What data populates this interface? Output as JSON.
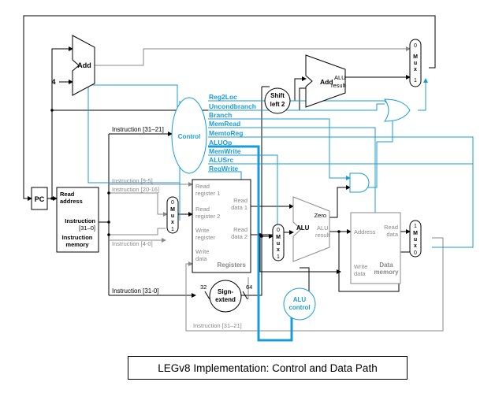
{
  "caption": "LEGv8 Implementation: Control and Data Path",
  "colors": {
    "datapath": "#000000",
    "control": "#1a9bd7",
    "inactive": "#888888"
  },
  "blocks": {
    "pc": "PC",
    "add_top": "Add",
    "const_four": "4",
    "add_alu": {
      "add": "Add",
      "alu": "ALU",
      "result": "result"
    },
    "shift_left": {
      "line1": "Shift",
      "line2": "left 2"
    },
    "control": "Control",
    "instr_mem": {
      "read_address_1": "Read",
      "read_address_2": "address",
      "instruction_1": "Instruction",
      "instruction_2": "[31–0]",
      "name_1": "Instruction",
      "name_2": "memory"
    },
    "registers": {
      "read_reg1_a": "Read",
      "read_reg1_b": "register 1",
      "read_reg2_a": "Read",
      "read_reg2_b": "register 2",
      "write_reg_a": "Write",
      "write_reg_b": "register",
      "write_data_a": "Write",
      "write_data_b": "data",
      "read_data1_a": "Read",
      "read_data1_b": "data 1",
      "read_data2_a": "Read",
      "read_data2_b": "data 2",
      "name": "Registers"
    },
    "alu": {
      "name": "ALU",
      "zero": "Zero",
      "alu2": "ALU",
      "result": "result"
    },
    "data_mem": {
      "address": "Address",
      "read_data_1": "Read",
      "read_data_2": "data",
      "write_data_1": "Write",
      "write_data_2": "data",
      "name_1": "Data",
      "name_2": "memory"
    },
    "sign_extend": {
      "line1": "Sign-",
      "line2": "extend",
      "in_bits": "32",
      "out_bits": "64"
    },
    "alu_control": {
      "line1": "ALU",
      "line2": "control"
    },
    "mux_label": "M\nu\nx",
    "mux_zero": "0",
    "mux_one": "1"
  },
  "control_signals": [
    "Reg2Loc",
    "Uncondbranch",
    "Branch",
    "MemRead",
    "MemtoReg",
    "ALUOp",
    "MemWrite",
    "ALUSrc",
    "RegWrite"
  ],
  "instruction_fields": {
    "i31_21_control": "Instruction [31–21]",
    "i9_5": "Instruction [9-5]",
    "i20_16": "Instruction [20-16]",
    "i4_0": "Instruction [4-0]",
    "i31_0": "Instruction [31-0]",
    "i31_21_aluctl": "Instruction [31–21]"
  }
}
